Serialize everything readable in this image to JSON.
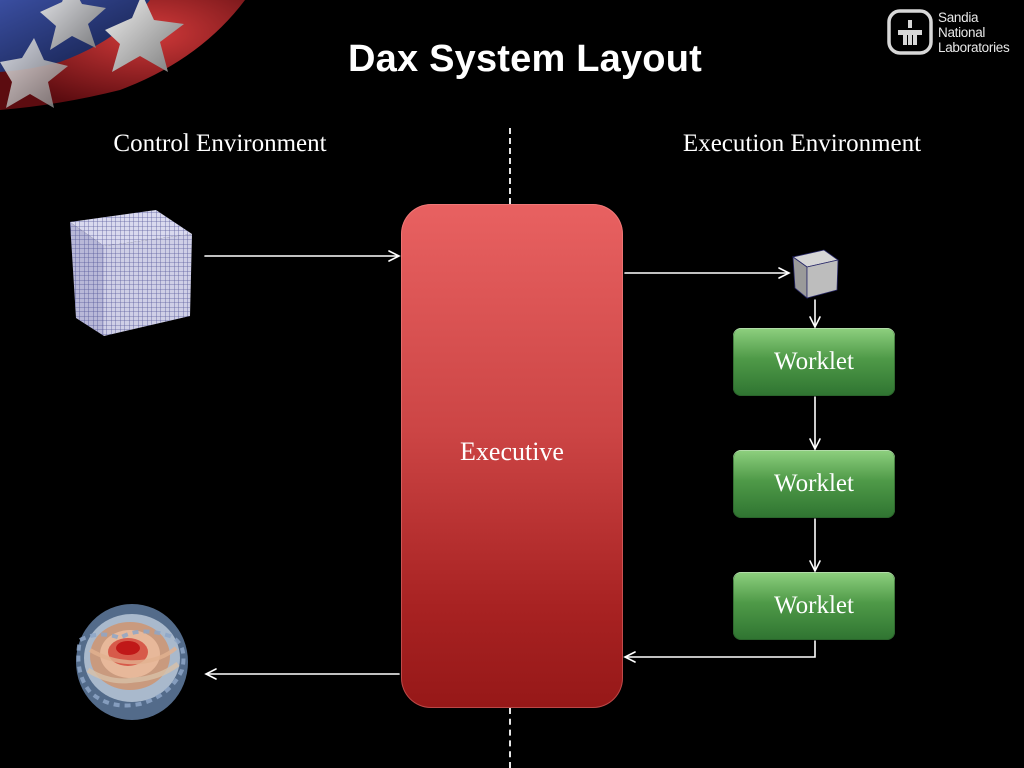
{
  "slide": {
    "title": "Dax System Layout"
  },
  "labels": {
    "control_environment": "Control Environment",
    "execution_environment": "Execution Environment"
  },
  "executive": {
    "label": "Executive",
    "color": "#cc4545"
  },
  "worklets": [
    {
      "label": "Worklet"
    },
    {
      "label": "Worklet"
    },
    {
      "label": "Worklet"
    }
  ],
  "worklet_color": "#4f9a48",
  "logo": {
    "icon": "sandia-thunderbird-logo-icon",
    "line1": "Sandia",
    "line2": "National",
    "line3": "Laboratories"
  },
  "icons": {
    "input_data": "mesh-cube-icon",
    "execution_data": "small-cube-icon",
    "output_data": "isosurface-render-icon",
    "decoration": "flag-star-decoration"
  }
}
